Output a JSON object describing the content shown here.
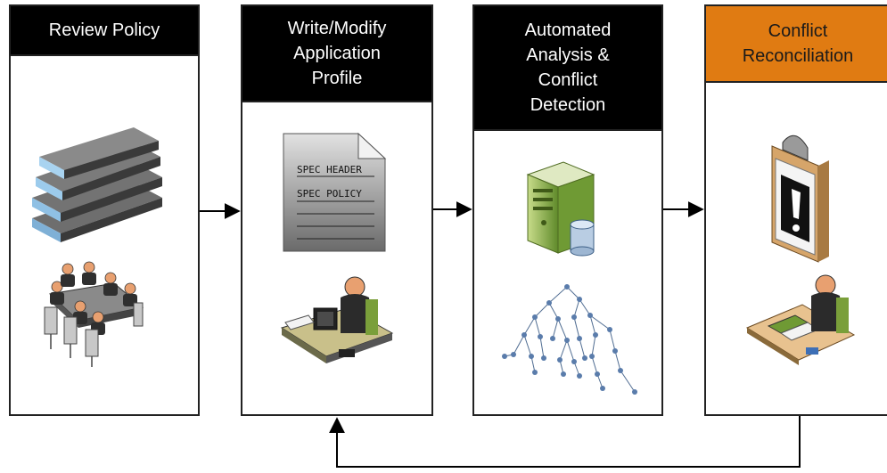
{
  "steps": [
    {
      "label": "Review Policy",
      "header_color": "#000000"
    },
    {
      "label": "Write/Modify\nApplication\nProfile",
      "header_color": "#000000"
    },
    {
      "label": "Automated\nAnalysis &\nConflict\nDetection",
      "header_color": "#000000"
    },
    {
      "label": "Conflict\nReconciliation",
      "header_color": "#e07b12"
    }
  ],
  "document": {
    "line1": "SPEC HEADER",
    "line2": "SPEC POLICY"
  },
  "icons": [
    "policy-books-icon",
    "meeting-group-icon",
    "spec-document-icon",
    "person-at-desk-icon",
    "server-database-icon",
    "tree-graph-icon",
    "clipboard-alert-icon",
    "person-reviewing-icon"
  ]
}
